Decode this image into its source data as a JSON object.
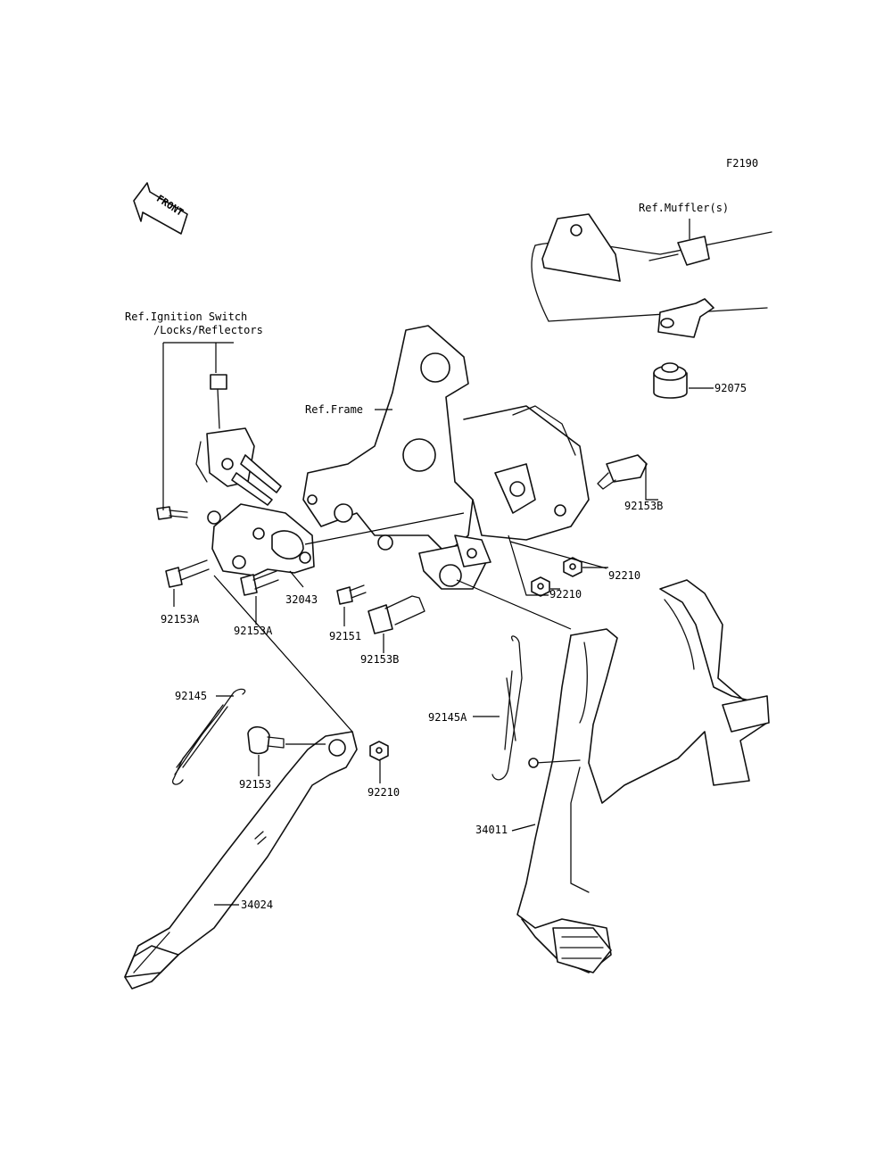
{
  "figure_code": "F2190",
  "front_arrow": {
    "text": "FRONT",
    "icon": "front-direction-arrow-icon"
  },
  "references": {
    "muffler": "Ref.Muffler(s)",
    "ignition_line1": "Ref.Ignition Switch",
    "ignition_line2": "/Locks/Reflectors",
    "frame": "Ref.Frame"
  },
  "part_labels": {
    "p92075": "92075",
    "p92153B_top": "92153B",
    "p92210_a": "92210",
    "p92210_b": "92210",
    "p32043": "32043",
    "p92153A_left": "92153A",
    "p92153A_mid": "92153A",
    "p92151": "92151",
    "p92153B_bottom": "92153B",
    "p92145": "92145",
    "p92145A": "92145A",
    "p92153": "92153",
    "p92210_c": "92210",
    "p34011": "34011",
    "p34024": "34024"
  }
}
